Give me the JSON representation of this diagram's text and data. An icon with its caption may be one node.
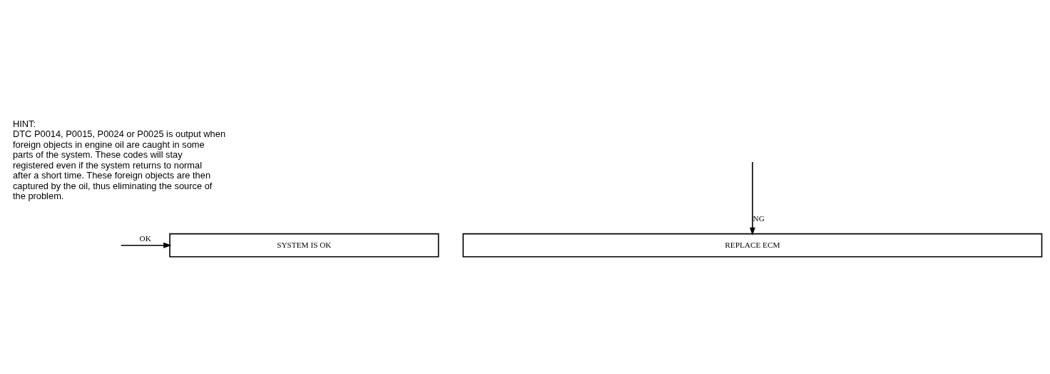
{
  "diagram": {
    "nodes": [
      {
        "text": [
          "SYSTEM IS OK"
        ]
      },
      {
        "text": [
          "REPLACE ECM"
        ]
      }
    ],
    "edges": [
      {
        "from": null,
        "to": 0,
        "arrow": "to",
        "label": "OK"
      },
      {
        "from": null,
        "to": 1,
        "arrow": "to",
        "label": "NG"
      }
    ],
    "labels": [
      "HINT:",
      "DTC P0014, P0015, P0024 or P0025 is output when foreign objects in engine oil are caught in some parts of the system. These codes will stay registered even if the system returns to normal after a short time. These foreign objects are then captured by the oil, thus eliminating the source of the problem."
    ]
  }
}
